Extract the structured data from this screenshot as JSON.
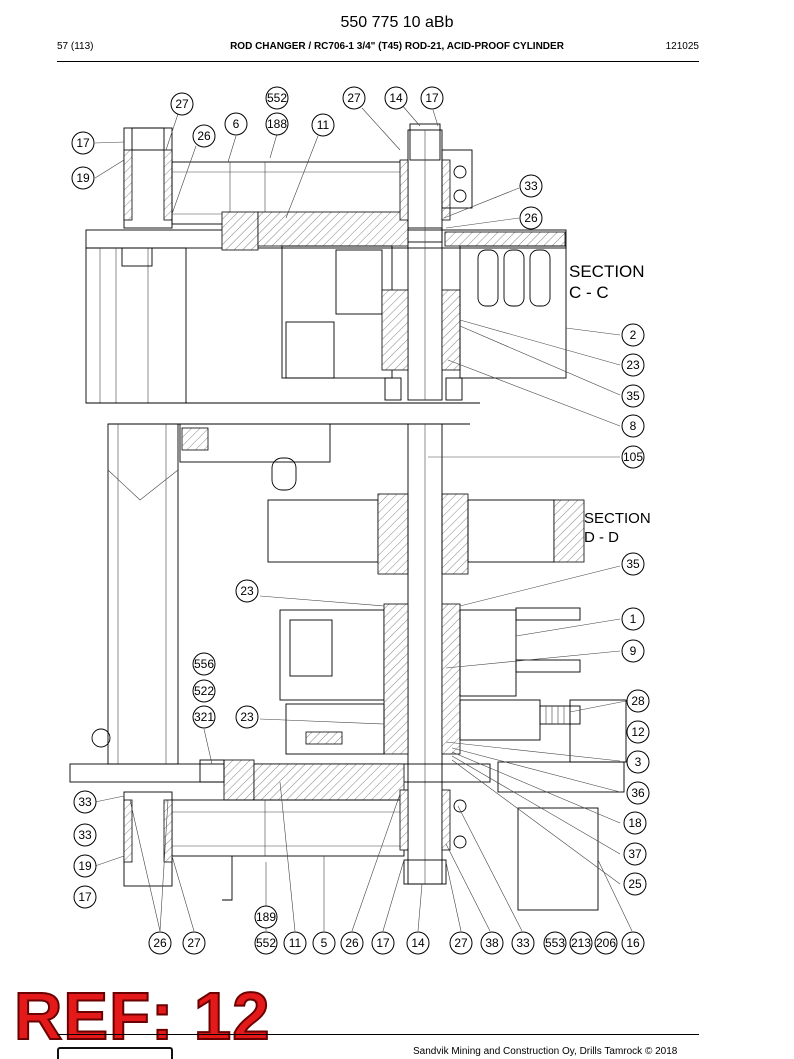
{
  "header": {
    "document_number": "550 775 10 aBb",
    "page": "57 (113)",
    "title": "ROD CHANGER / RC706-1 3/4\" (T45) ROD-21, ACID-PROOF CYLINDER",
    "code": "121025"
  },
  "sections": {
    "cc": "SECTION\nC - C",
    "dd": "SECTION\nD - D"
  },
  "callouts": [
    "27",
    "552",
    "188",
    "27",
    "14",
    "17",
    "6",
    "11",
    "26",
    "17",
    "19",
    "33",
    "26",
    "2",
    "23",
    "35",
    "8",
    "105",
    "35",
    "23",
    "1",
    "9",
    "556",
    "522",
    "321",
    "23",
    "28",
    "12",
    "3",
    "36",
    "18",
    "37",
    "25",
    "33",
    "33",
    "19",
    "17",
    "189",
    "26",
    "27",
    "552",
    "11",
    "5",
    "26",
    "17",
    "14",
    "27",
    "38",
    "33",
    "553",
    "213",
    "206",
    "16"
  ],
  "ref_stamp": "REF: 12",
  "footer": {
    "copyright": "Sandvik Mining and Construction Oy, Drills Tamrock © 2018"
  },
  "colors": {
    "stamp_red": "#e41a1a",
    "line": "#000000"
  }
}
